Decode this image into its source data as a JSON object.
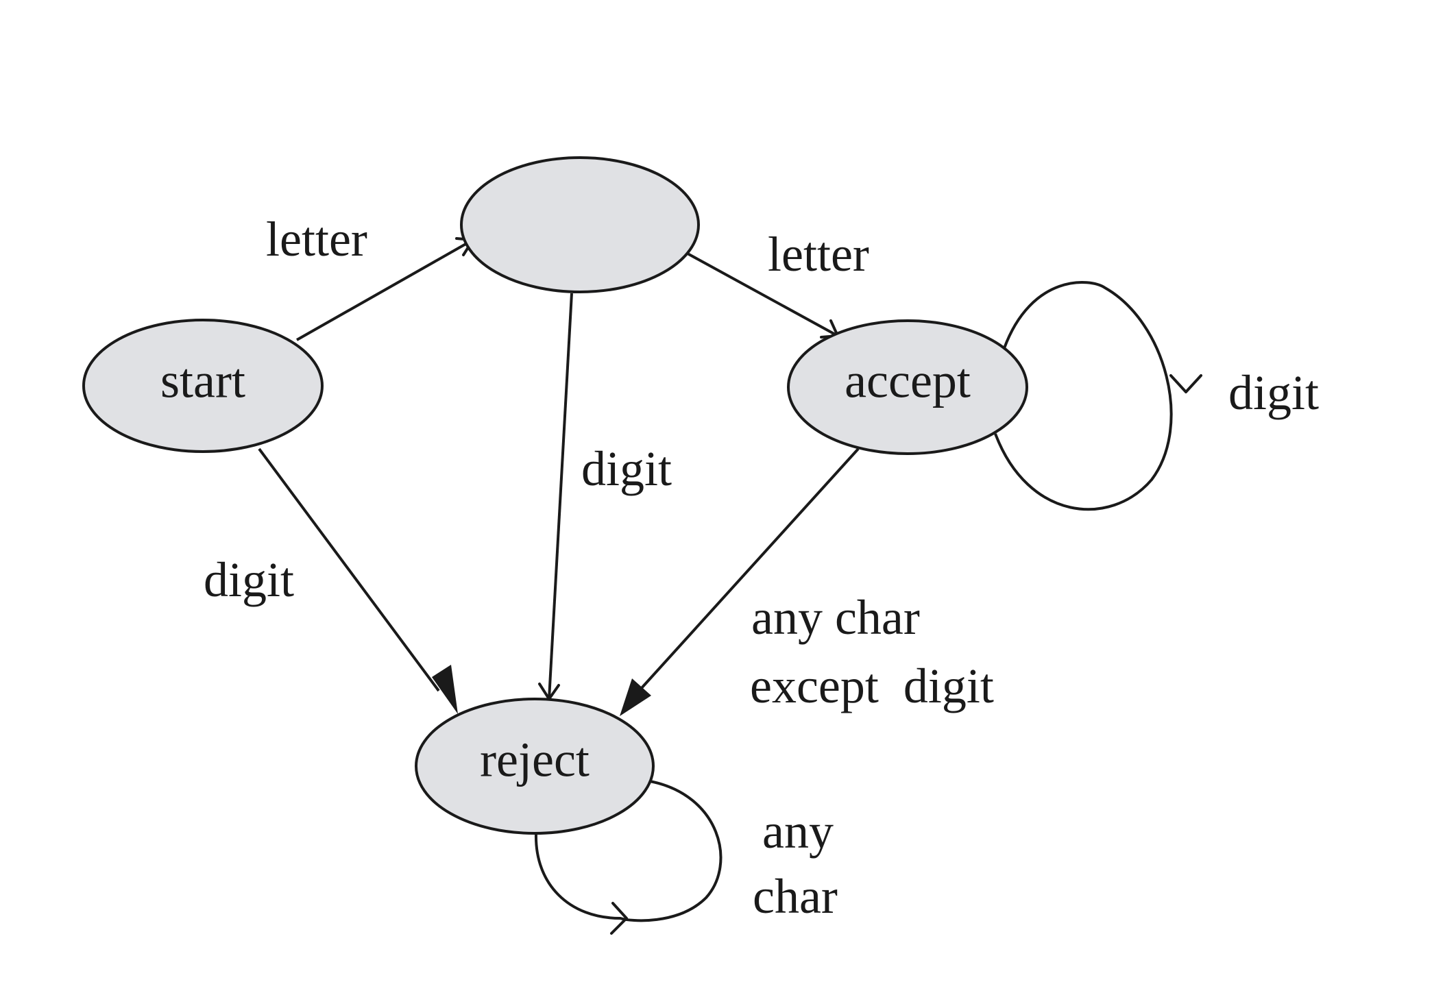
{
  "diagram": {
    "type": "state-machine",
    "colors": {
      "state_fill": "#e0e1e4",
      "stroke": "#1a1a1a",
      "background": "#ffffff"
    },
    "states": {
      "start": {
        "label": "start"
      },
      "middle": {
        "label": ""
      },
      "accept": {
        "label": "accept"
      },
      "reject": {
        "label": "reject"
      }
    },
    "transitions": {
      "start_to_middle": {
        "from": "start",
        "to": "middle",
        "label": "letter"
      },
      "middle_to_accept": {
        "from": "middle",
        "to": "accept",
        "label": "letter"
      },
      "accept_loop": {
        "from": "accept",
        "to": "accept",
        "label": "digit"
      },
      "middle_to_reject": {
        "from": "middle",
        "to": "reject",
        "label": "digit"
      },
      "start_to_reject": {
        "from": "start",
        "to": "reject",
        "label": "digit"
      },
      "accept_to_reject": {
        "from": "accept",
        "to": "reject",
        "label_line1": "any char",
        "label_line2": "except  digit"
      },
      "reject_loop": {
        "from": "reject",
        "to": "reject",
        "label_line1": "any",
        "label_line2": "char"
      }
    }
  }
}
